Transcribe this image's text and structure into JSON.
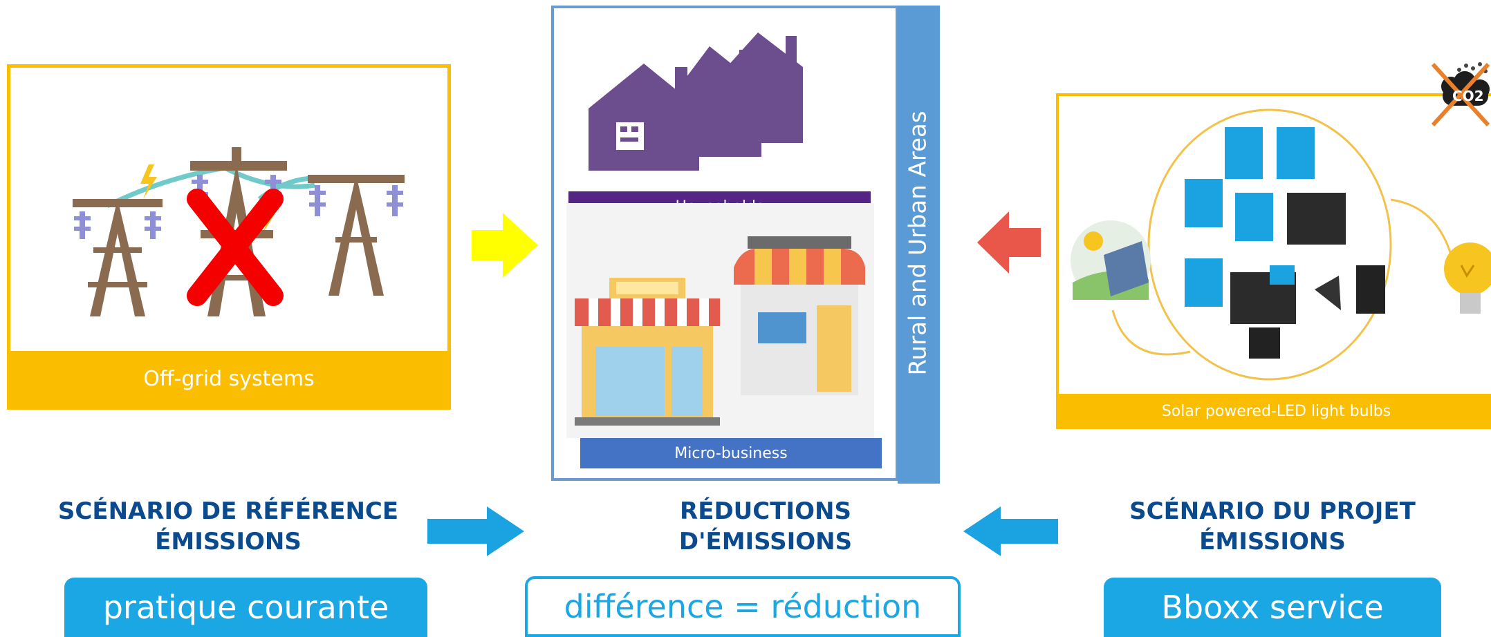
{
  "panels": {
    "left_caption": "Off-grid systems",
    "center_household_label": "Households",
    "center_business_label": "Micro-business",
    "center_side_label": "Rural and Urban Areas",
    "right_caption": "Solar powered-LED light bulbs"
  },
  "scenarios": {
    "baseline": {
      "line1": "SCÉNARIO DE RÉFÉRENCE",
      "line2": "ÉMISSIONS",
      "pill": "pratique courante"
    },
    "reduction": {
      "line1": "RÉDUCTIONS",
      "line2": "D'ÉMISSIONS",
      "pill": "différence = réduction"
    },
    "project": {
      "line1": "SCÉNARIO DU PROJET",
      "line2": "ÉMISSIONS",
      "pill": "Bboxx service"
    }
  },
  "badge": {
    "text": "CO2"
  },
  "colors": {
    "amber": "#fbbd00",
    "purple": "#542585",
    "blue_label": "#4472c4",
    "side_blue": "#5b9bd5",
    "arrow_yellow": "#ffff00",
    "arrow_red": "#e8574a",
    "arrow_cyan": "#1aa3e0",
    "title_blue": "#0b4a8c",
    "pill_cyan": "#1aa7e4"
  },
  "icons": [
    "power-pylon-icon",
    "lightning-icon",
    "red-cross-icon",
    "house-icon",
    "shop-icon",
    "solar-panel-icon",
    "battery-unit-icon",
    "light-bulb-icon",
    "co2-crossed-icon",
    "arrow-right-icon",
    "arrow-left-icon"
  ]
}
